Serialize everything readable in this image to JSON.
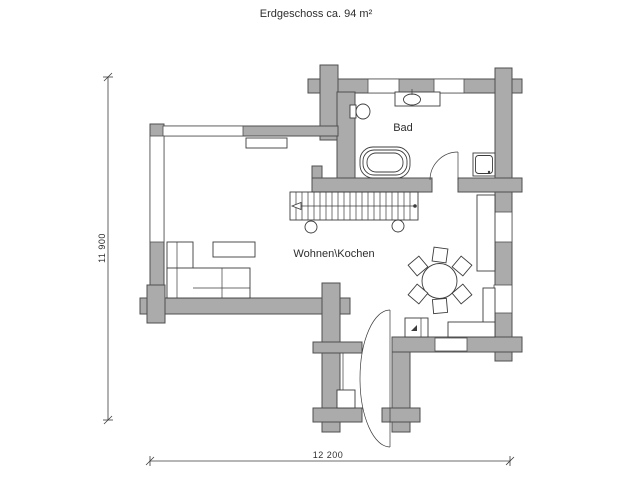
{
  "title": "Erdgeschoss ca. 94 m²",
  "plan": {
    "rooms": [
      {
        "label": "Bad"
      },
      {
        "label": "Wohnen\\Kochen"
      }
    ],
    "dimensions": {
      "height_label": "11 900",
      "width_label": "12 200"
    },
    "colors": {
      "wall_fill": "#ababab",
      "wall_stroke": "#4f4f4f",
      "line": "#3c3c3c",
      "text": "#2e2e2e",
      "background": "#ffffff"
    },
    "fixtures": [
      "toilet",
      "washbasin",
      "bathtub",
      "shower-tray",
      "bath-door",
      "stairs",
      "shelf",
      "sofa",
      "coffee-table",
      "dining-table",
      "dining-chairs",
      "kitchen-counter",
      "appliance",
      "entrance-door"
    ]
  }
}
